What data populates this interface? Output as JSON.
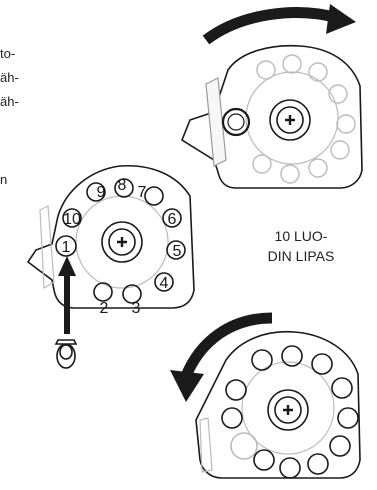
{
  "left_text_fragments": [
    "to-",
    "äh-",
    "äh-",
    "n"
  ],
  "magazine_numbers": [
    "1",
    "2",
    "3",
    "4",
    "5",
    "6",
    "7",
    "8",
    "9",
    "10"
  ],
  "caption_line1": "10 LUO-",
  "caption_line2": "DIN LIPAS",
  "colors": {
    "stroke": "#1a1a1a",
    "light_stroke": "#bbbbbb"
  }
}
